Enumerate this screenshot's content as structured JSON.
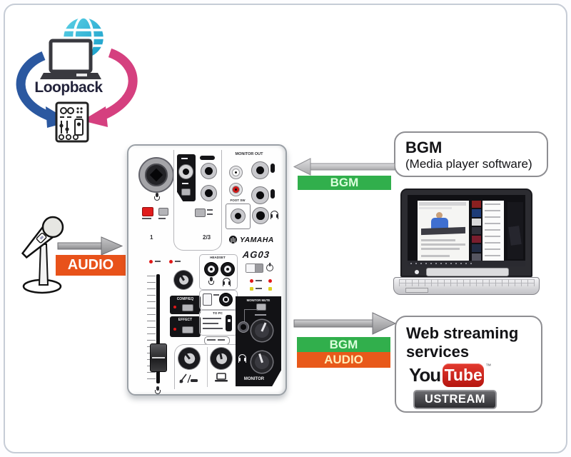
{
  "diagram": {
    "loopback_label": "Loopback",
    "mic_audio_label": "AUDIO",
    "bgm_source": {
      "title": "BGM",
      "subtitle": "(Media player software)",
      "arrow_label": "BGM"
    },
    "to_stream": {
      "bgm_label": "BGM",
      "audio_label": "AUDIO"
    },
    "stream_box": {
      "title_line1": "Web streaming",
      "title_line2": "services",
      "youtube_you": "You",
      "youtube_tube": "Tube",
      "youtube_tm": "™",
      "ustream": "USTREAM"
    }
  },
  "mixer": {
    "brand": "YAMAHA",
    "model": "AG03",
    "labels": {
      "ch1": "1",
      "ch23": "2/3",
      "monitor_out": "MONITOR OUT",
      "foot_sw": "FOOT SW",
      "comp_eq": "COMP/EQ",
      "effect": "EFFECT",
      "headset": "HEADSET",
      "to_pc": "TO PC",
      "monitor_mute": "MONITOR MUTE",
      "monitor": "MONITOR"
    }
  },
  "colors": {
    "bgm_green": "#31af4c",
    "audio_orange": "#e8591a",
    "arrow_gray": "#b9b9bd",
    "loopback_blue": "#2b58a0",
    "loopback_pink": "#d5407f",
    "youtube_red": "#cf1d1c",
    "globe_teal": "#2ab5d8"
  }
}
